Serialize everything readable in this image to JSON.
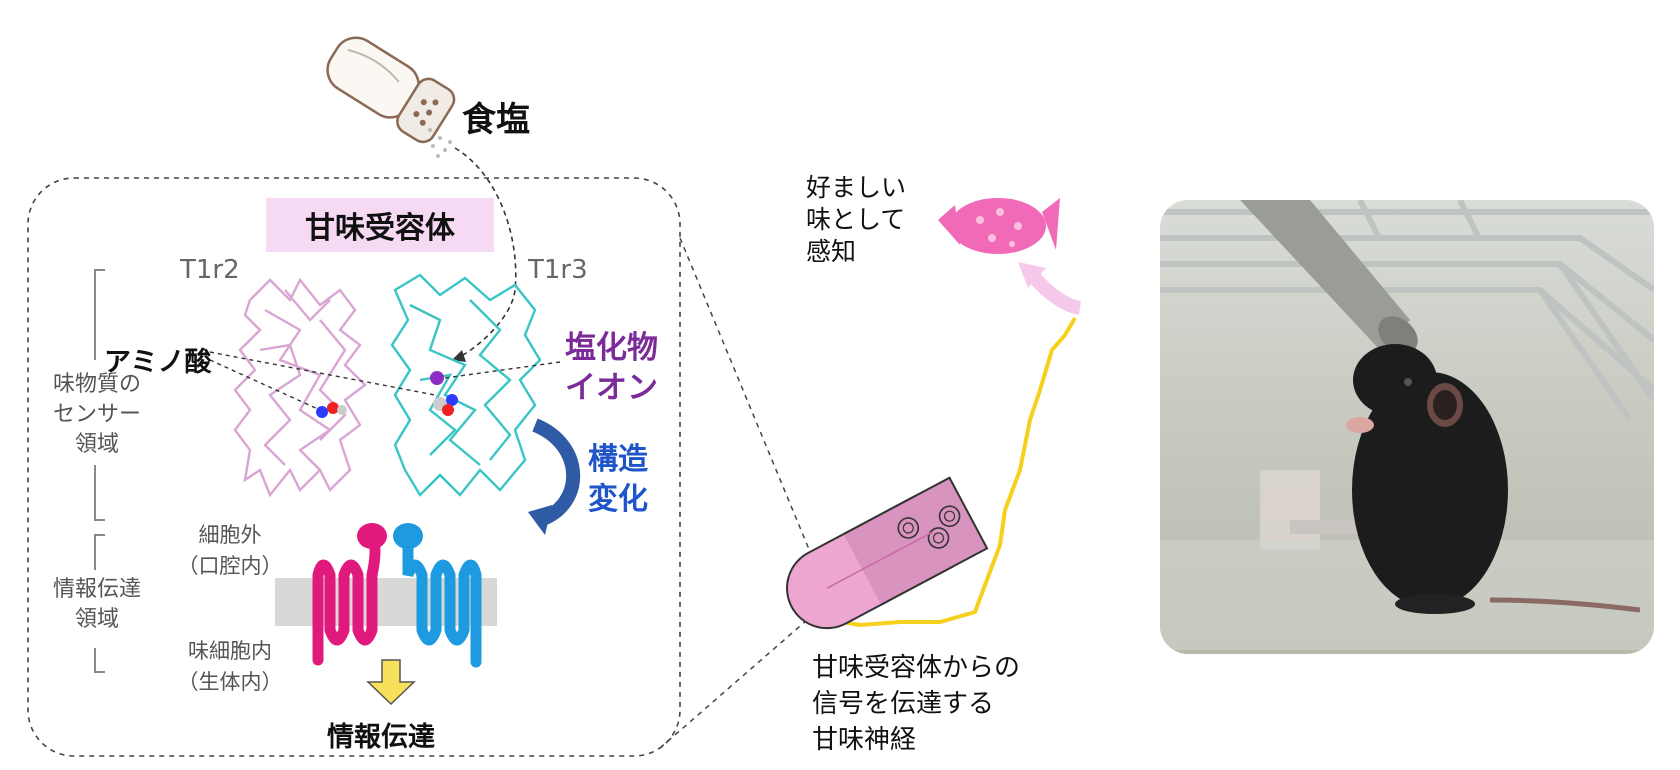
{
  "salt_label": "食塩",
  "receptor_title": "甘味受容体",
  "subunit_left": "T1r2",
  "subunit_right": "T1r3",
  "amino_acid_label": "アミノ酸",
  "chloride_label": [
    "塩化物",
    "イオン"
  ],
  "structural_change_label": [
    "構造",
    "変化"
  ],
  "sensor_domain_label": [
    "味物質の",
    "センサー",
    "領域"
  ],
  "transduction_domain_label": [
    "情報伝達",
    "領域"
  ],
  "extracellular_label": [
    "細胞外",
    "（口腔内）"
  ],
  "intracellular_label": [
    "味細胞内",
    "（生体内）"
  ],
  "info_transfer_label": "情報伝達",
  "preferred_label": [
    "好ましい",
    "味として",
    "感知"
  ],
  "nerve_label": [
    "甘味受容体からの",
    "信号を伝達する",
    "甘味神経"
  ],
  "colors": {
    "t1r2": "#d9a6d4",
    "t1r3": "#39c5c5",
    "chloride": "#7b2c99",
    "structural_change": "#1f55c8",
    "tm_magenta": "#e0197d",
    "tm_blue": "#1e9be0",
    "nerve": "#f5d01c",
    "candy": "#f06ab8"
  }
}
